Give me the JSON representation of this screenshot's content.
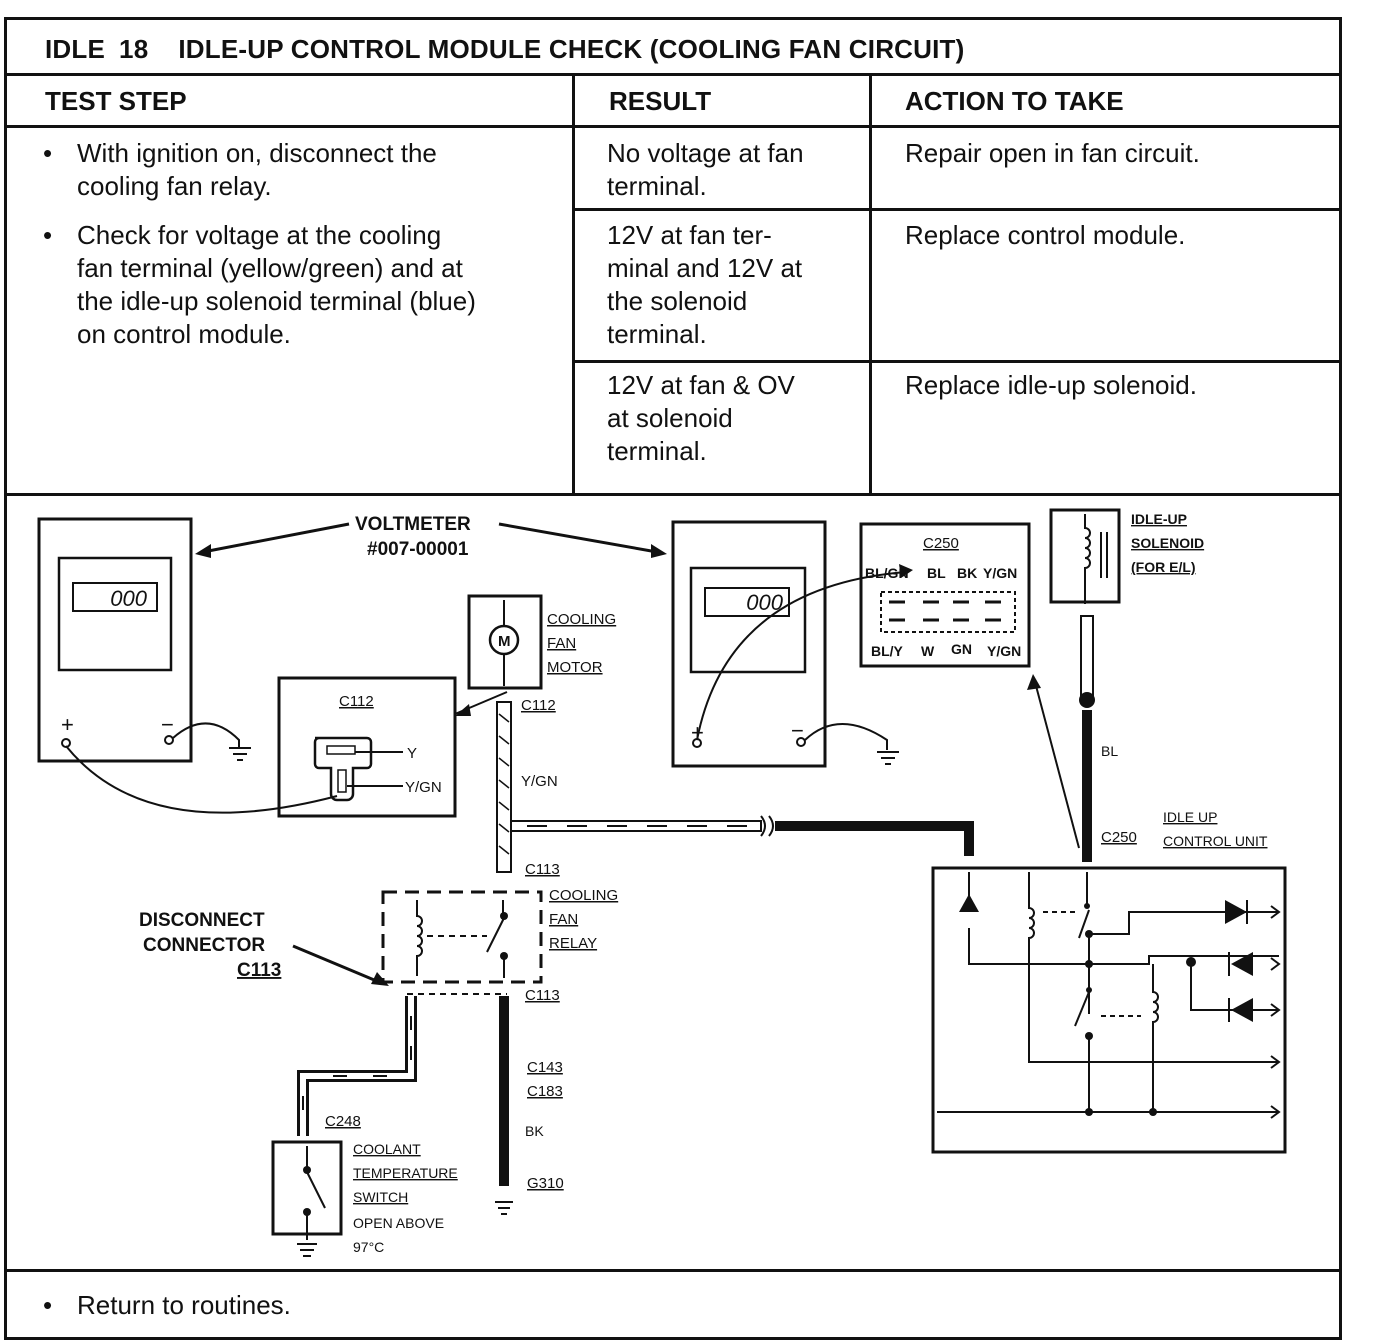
{
  "header": {
    "code": "IDLE",
    "number": "18",
    "title": "IDLE-UP CONTROL MODULE CHECK (COOLING FAN CIRCUIT)"
  },
  "columns": {
    "test_step": "TEST STEP",
    "result": "RESULT",
    "action": "ACTION TO TAKE"
  },
  "test_steps": [
    [
      "With ignition on, disconnect the",
      "cooling fan relay."
    ],
    [
      "Check for voltage at the cooling",
      "fan terminal (yellow/green) and at",
      "the idle-up solenoid terminal (blue)",
      "on control module."
    ]
  ],
  "rows": [
    {
      "result": [
        "No voltage at fan",
        "terminal."
      ],
      "action": "Repair open in fan circuit."
    },
    {
      "result": [
        "12V at fan ter-",
        "minal and 12V at",
        "the solenoid",
        "terminal."
      ],
      "action": "Replace control module."
    },
    {
      "result": [
        "12V at fan & OV",
        "at solenoid",
        "terminal."
      ],
      "action": "Replace idle-up solenoid."
    }
  ],
  "diagram": {
    "voltmeter_label": "VOLTMETER",
    "voltmeter_part": "#007-00001",
    "meter_display": "000",
    "meter_plus": "+",
    "meter_minus": "−",
    "c112_box": "C112",
    "pin_y": "Y",
    "pin_ygn": "Y/GN",
    "cooling_fan_motor": [
      "COOLING",
      "FAN",
      "MOTOR"
    ],
    "motor_symbol": "M",
    "c112": "C112",
    "wire_ygn": "Y/GN",
    "c113_top": "C113",
    "cooling_fan_relay": [
      "COOLING",
      "FAN",
      "RELAY"
    ],
    "c113_bottom": "C113",
    "disconnect": [
      "DISCONNECT",
      "CONNECTOR",
      "C113"
    ],
    "c143": "C143",
    "c183": "C183",
    "wire_bk": "BK",
    "g310": "G310",
    "c248": "C248",
    "coolant_switch": [
      "COOLANT",
      "TEMPERATURE",
      "SWITCH",
      "OPEN ABOVE",
      "97°C"
    ],
    "c250_box": "C250",
    "c250_top_pins": [
      "BL/GN",
      "BL",
      "BK",
      "Y/GN"
    ],
    "c250_bottom_pins": [
      "BL/Y",
      "W",
      "GN",
      "Y/GN"
    ],
    "idle_solenoid": [
      "IDLE-UP",
      "SOLENOID",
      "(FOR E/L)"
    ],
    "wire_bl": "BL",
    "c250": "C250",
    "idle_unit": [
      "IDLE UP",
      "CONTROL UNIT"
    ]
  },
  "footer": {
    "bullet": "•",
    "text": "Return to routines."
  }
}
